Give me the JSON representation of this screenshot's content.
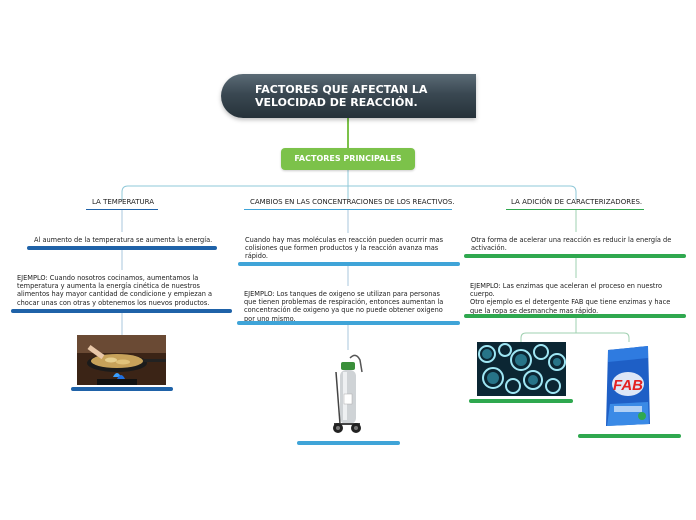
{
  "root": {
    "title_line1": "FACTORES QUE AFECTAN LA",
    "title_line2": "VELOCIDAD DE REACCIÓN."
  },
  "principal": {
    "label": "FACTORES PRINCIPALES"
  },
  "branches": [
    {
      "topic": "LA TEMPERATURA",
      "nodes": [
        "Al aumento de la temperatura se aumenta la energía.",
        "EJEMPLO: Cuando nosotros cocinamos, aumentamos la temperatura y aumenta la energía cinética de nuestros alimentos hay mayor cantidad de condicione y empiezan a chocar unas con otras y obtenemos los nuevos productos."
      ]
    },
    {
      "topic": "CAMBIOS EN LAS CONCENTRACIONES DE LOS REACTIVOS.",
      "nodes": [
        "Cuando hay mas moléculas en reacción pueden ocurrir mas colisiones que formen productos y la reacción avanza mas rápido.",
        "EJEMPLO: Los tanques de oxigeno se utilizan para personas que tienen problemas de respiración, entonces aumentan la concentración de oxigeno ya  que no puede obtener oxigeno por uno mismo."
      ]
    },
    {
      "topic": "LA ADICIÓN DE CARACTERIZADORES.",
      "nodes": [
        "Otra forma de acelerar una reacción es reducir la energía de activación.",
        "EJEMPLO: Las enzimas que aceleran el proceso en nuestro cuerpo.\nOtro ejemplo es el detergente FAB que tiene enzimas y hace que la ropa se desmanche mas rápido."
      ]
    }
  ],
  "images": {
    "cooking": "cooking-pan-photo",
    "oxygen": "oxygen-tank-photo",
    "enzymes": "enzymes-photo",
    "detergent": {
      "name": "detergent-box-photo",
      "brand_text": "FAB"
    }
  },
  "colors": {
    "root_bg": "#3a4852",
    "principal_bg": "#7cc24a",
    "connector_green": "#7cc24a",
    "connector_teal": "#8fc8d8",
    "bar_dark_blue": "#1f62a8",
    "bar_light_blue": "#3fa4d8",
    "bar_green": "#2fa84f"
  }
}
